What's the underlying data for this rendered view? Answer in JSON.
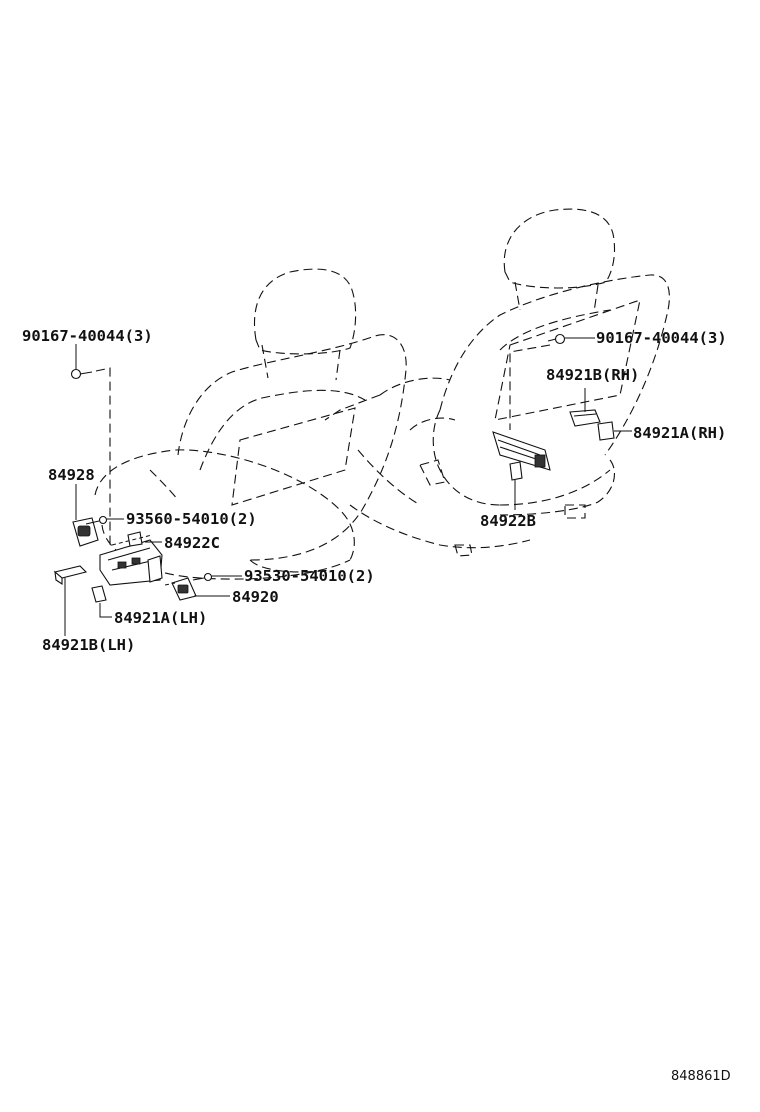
{
  "callouts": {
    "screw_lh": "90167-40044(3)",
    "screw_rh": "90167-40044(3)",
    "p84921b_rh": "84921B(RH)",
    "p84921a_rh": "84921A(RH)",
    "p84928": "84928",
    "screw_93560": "93560-54010(2)",
    "p84922c": "84922C",
    "p84922b": "84922B",
    "screw_93530": "93530-54010(2)",
    "p84920": "84920",
    "p84921a_lh": "84921A(LH)",
    "p84921b_lh": "84921B(LH)"
  },
  "figure_id": "848861D"
}
